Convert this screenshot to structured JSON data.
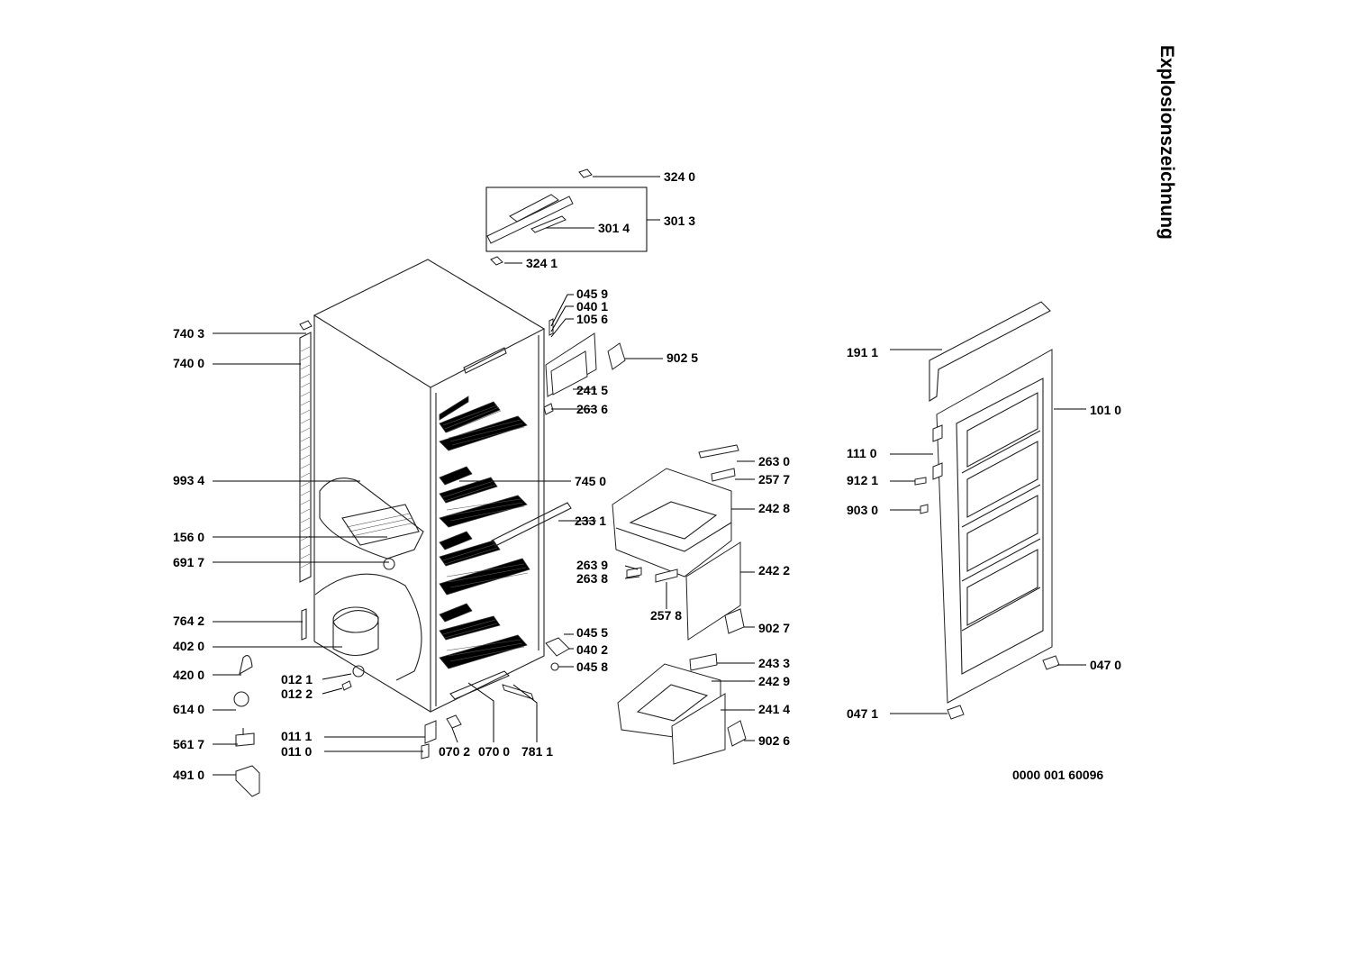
{
  "title": "Explosionszeichnung",
  "document_number": "0000 001 60096",
  "part_labels": [
    "324 0",
    "301 4",
    "301 3",
    "324 1",
    "045 9",
    "040 1",
    "105 6",
    "902 5",
    "241 5",
    "263 6",
    "740 3",
    "740 0",
    "993 4",
    "745 0",
    "156 0",
    "233 1",
    "691 7",
    "764 2",
    "402 0",
    "420 0",
    "614 0",
    "561 7",
    "491 0",
    "012 1",
    "012 2",
    "011 1",
    "011 0",
    "070 2",
    "070 0",
    "781 1",
    "045 5",
    "040 2",
    "045 8",
    "263 0",
    "257 7",
    "242 8",
    "263 9",
    "263 8",
    "242 2",
    "257 8",
    "902 7",
    "243 3",
    "242 9",
    "241 4",
    "902 6",
    "191 1",
    "101 0",
    "111 0",
    "912 1",
    "903 0",
    "047 0",
    "047 1"
  ]
}
